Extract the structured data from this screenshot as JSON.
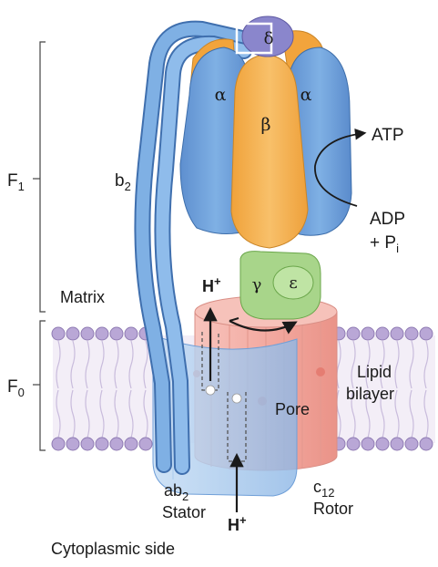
{
  "labels": {
    "f1": "F",
    "f1_sub": "1",
    "f0": "F",
    "f0_sub": "0",
    "b2": "b",
    "b2_sub": "2",
    "matrix": "Matrix",
    "atp": "ATP",
    "adp": "ADP",
    "pi_plus": "+ P",
    "pi_sub": "i",
    "lipid_line1": "Lipid",
    "lipid_line2": "bilayer",
    "pore": "Pore",
    "h_plus_top": "H",
    "h_plus_top_sup": "+",
    "h_plus_bottom": "H",
    "h_plus_bottom_sup": "+",
    "ab2": "ab",
    "ab2_sub": "2",
    "stator": "Stator",
    "c12": "c",
    "c12_sub": "12",
    "rotor": "Rotor",
    "cytoplasmic": "Cytoplasmic side"
  },
  "subunits": {
    "alpha_left": "α",
    "alpha_right": "α",
    "beta": "β",
    "gamma": "γ",
    "epsilon": "ε",
    "delta": "δ"
  },
  "colors": {
    "alpha_blue": "#6f9fd8",
    "beta_orange": "#f5b04a",
    "gamma_green": "#a8d58a",
    "delta_purple": "#8a86cc",
    "rotor_pink": "#f3b2aa",
    "stator_blue": "#9cc4ec",
    "lipid_head": "#b9a7d6"
  }
}
